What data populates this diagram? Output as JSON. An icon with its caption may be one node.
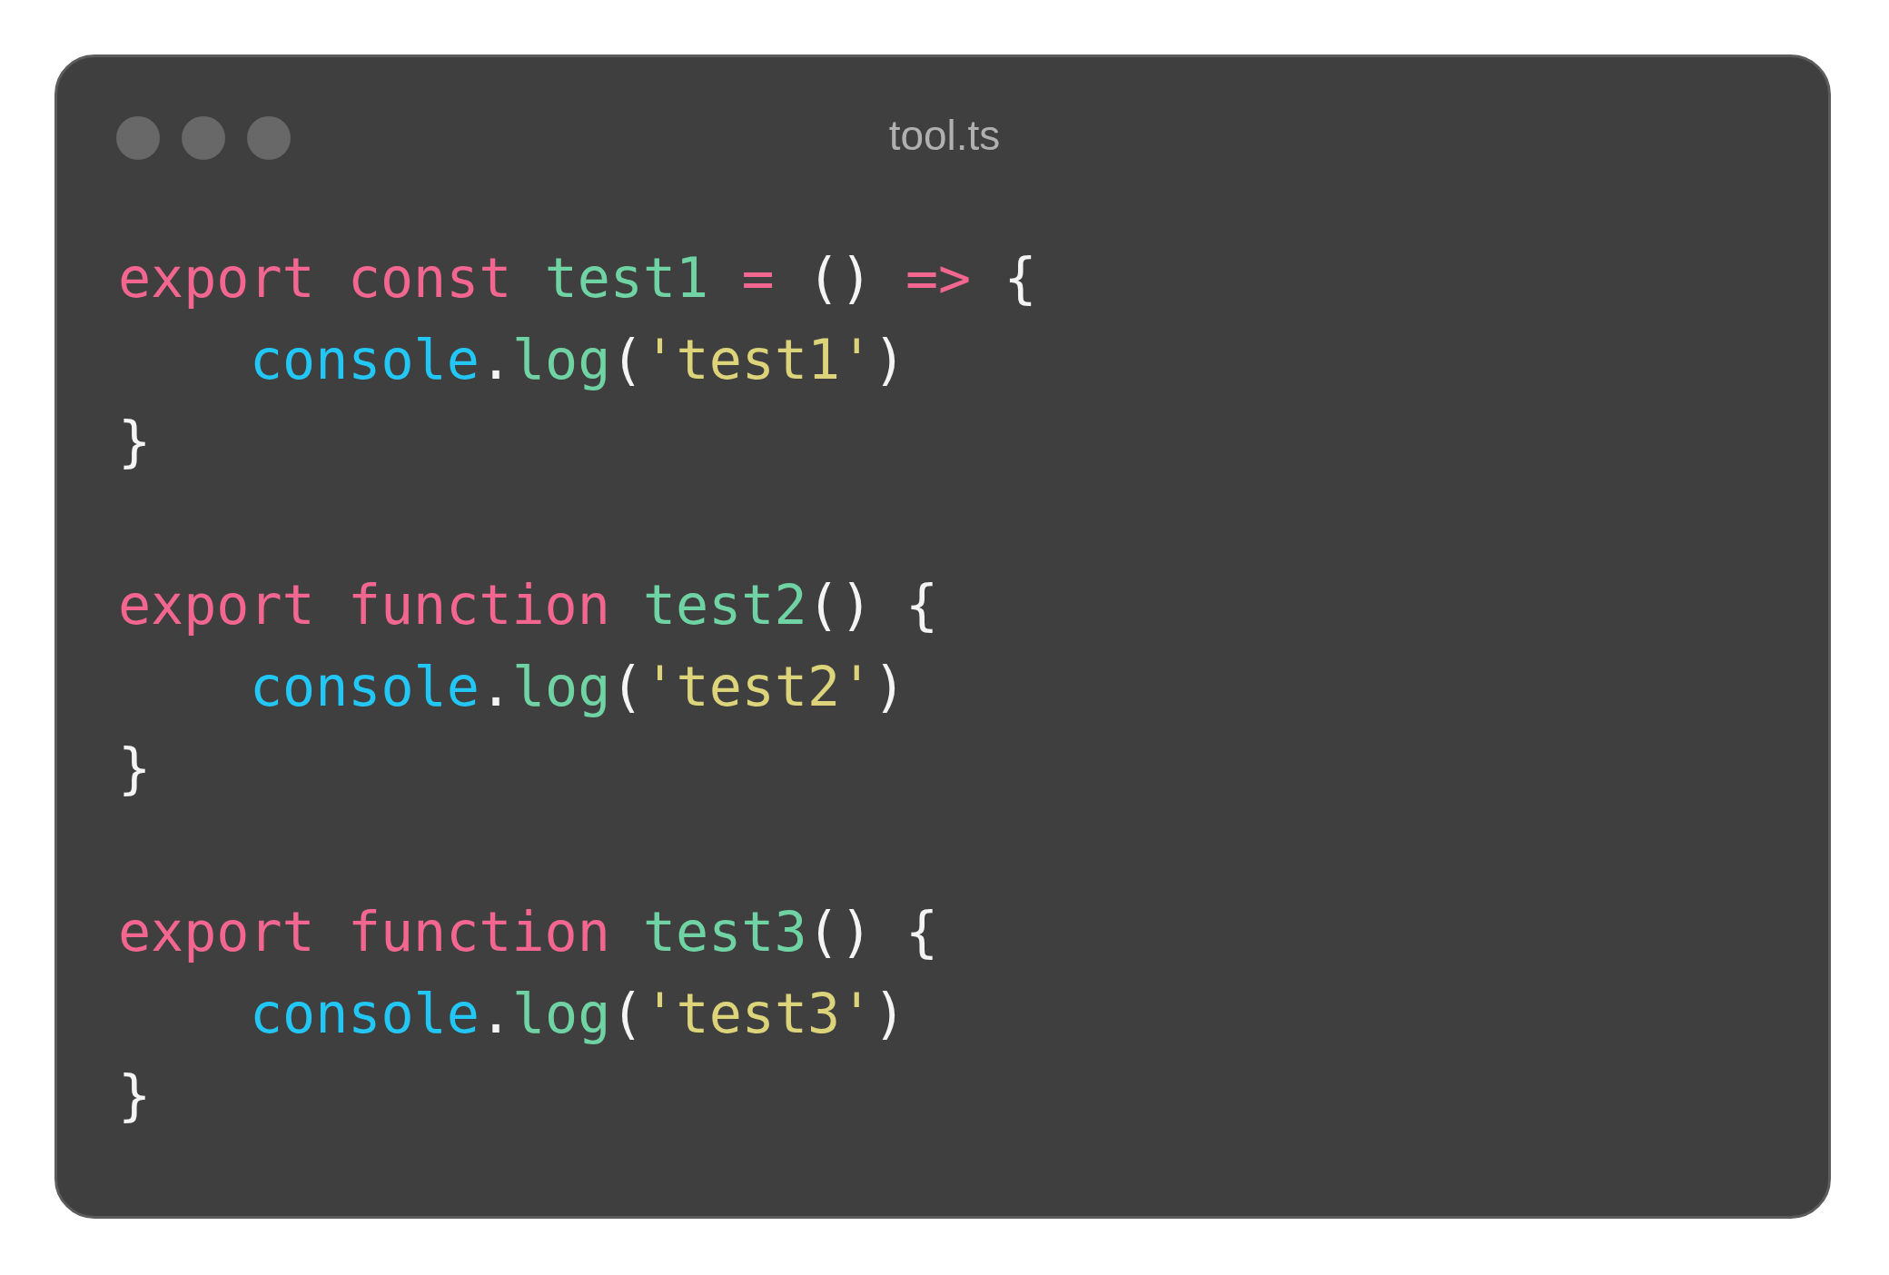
{
  "diagram": {
    "labels": [
      "tool.ts",
      "export const test1 = () => {",
      "console.log('test1')",
      "}",
      "export function test2() {",
      "console.log('test2')",
      "}",
      "export function test3() {",
      "console.log('test3')",
      "}"
    ]
  }
}
